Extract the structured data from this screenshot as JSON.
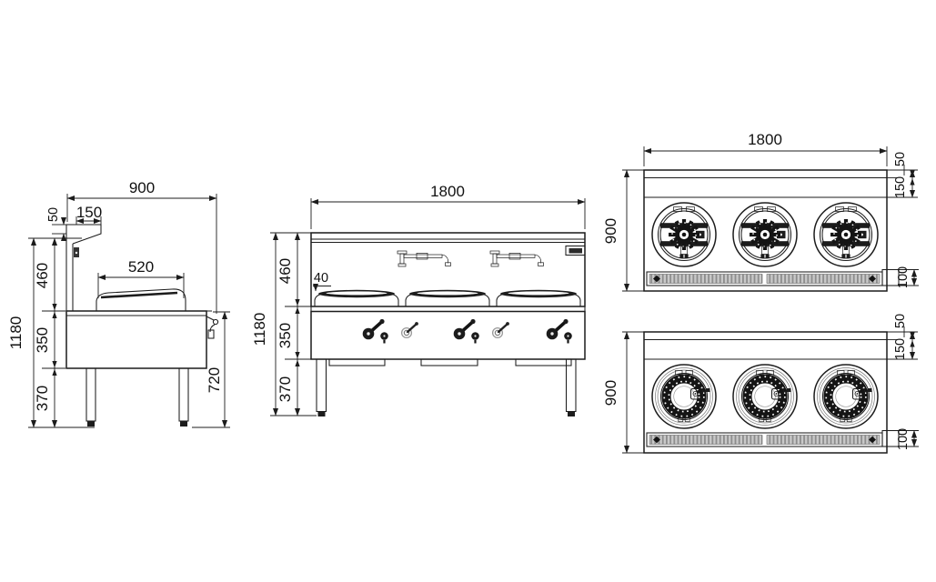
{
  "views": {
    "side": {
      "name": "side elevation",
      "dims": {
        "overall_width": "900",
        "ledge_height": "50",
        "ledge_depth": "150",
        "splash_height": "460",
        "wok_width": "520",
        "overall_height": "1180",
        "body_height": "350",
        "leg_height": "370",
        "worktop_height": "720"
      }
    },
    "front": {
      "name": "front elevation",
      "dims": {
        "overall_width": "1800",
        "splash_height": "460",
        "wok_rim_height": "40",
        "overall_height": "1180",
        "body_height": "350",
        "leg_height": "370"
      }
    },
    "plan_jet": {
      "name": "plan view with jet burners",
      "dims": {
        "overall_width": "1800",
        "overall_depth": "900",
        "rear_rail_depth": "50",
        "rear_shelf_depth": "150",
        "drain_trough_depth": "100"
      }
    },
    "plan_ring": {
      "name": "plan view with ring burners",
      "dims": {
        "overall_depth": "900",
        "rear_rail_depth": "50",
        "rear_shelf_depth": "150",
        "drain_trough_depth": "100"
      }
    }
  }
}
